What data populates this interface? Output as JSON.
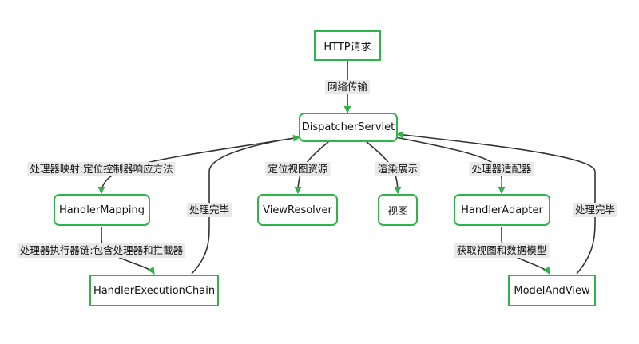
{
  "colors": {
    "node_border": "#2fb34a",
    "edge": "#333333",
    "arrowhead": "#2fb34a",
    "label_bg": "#e9e9e9"
  },
  "nodes": {
    "http_request": "HTTP请求",
    "dispatcher_servlet": "DispatcherServlet",
    "handler_mapping": "HandlerMapping",
    "view_resolver": "ViewResolver",
    "view": "视图",
    "handler_adapter": "HandlerAdapter",
    "handler_execution_chain": "HandlerExecutionChain",
    "model_and_view": "ModelAndView"
  },
  "edges": {
    "network_transfer": "网络传输",
    "handler_mapping_label": "处理器映射:定位控制器响应方法",
    "locate_view_resource": "定位视图资源",
    "render_display": "渲染展示",
    "handler_adapter_label": "处理器适配器",
    "handler_chain_label": "处理器执行器链:包含处理器和拦截器",
    "processing_done_left": "处理完毕",
    "get_view_and_model": "获取视图和数据模型",
    "processing_done_right": "处理完毕"
  }
}
